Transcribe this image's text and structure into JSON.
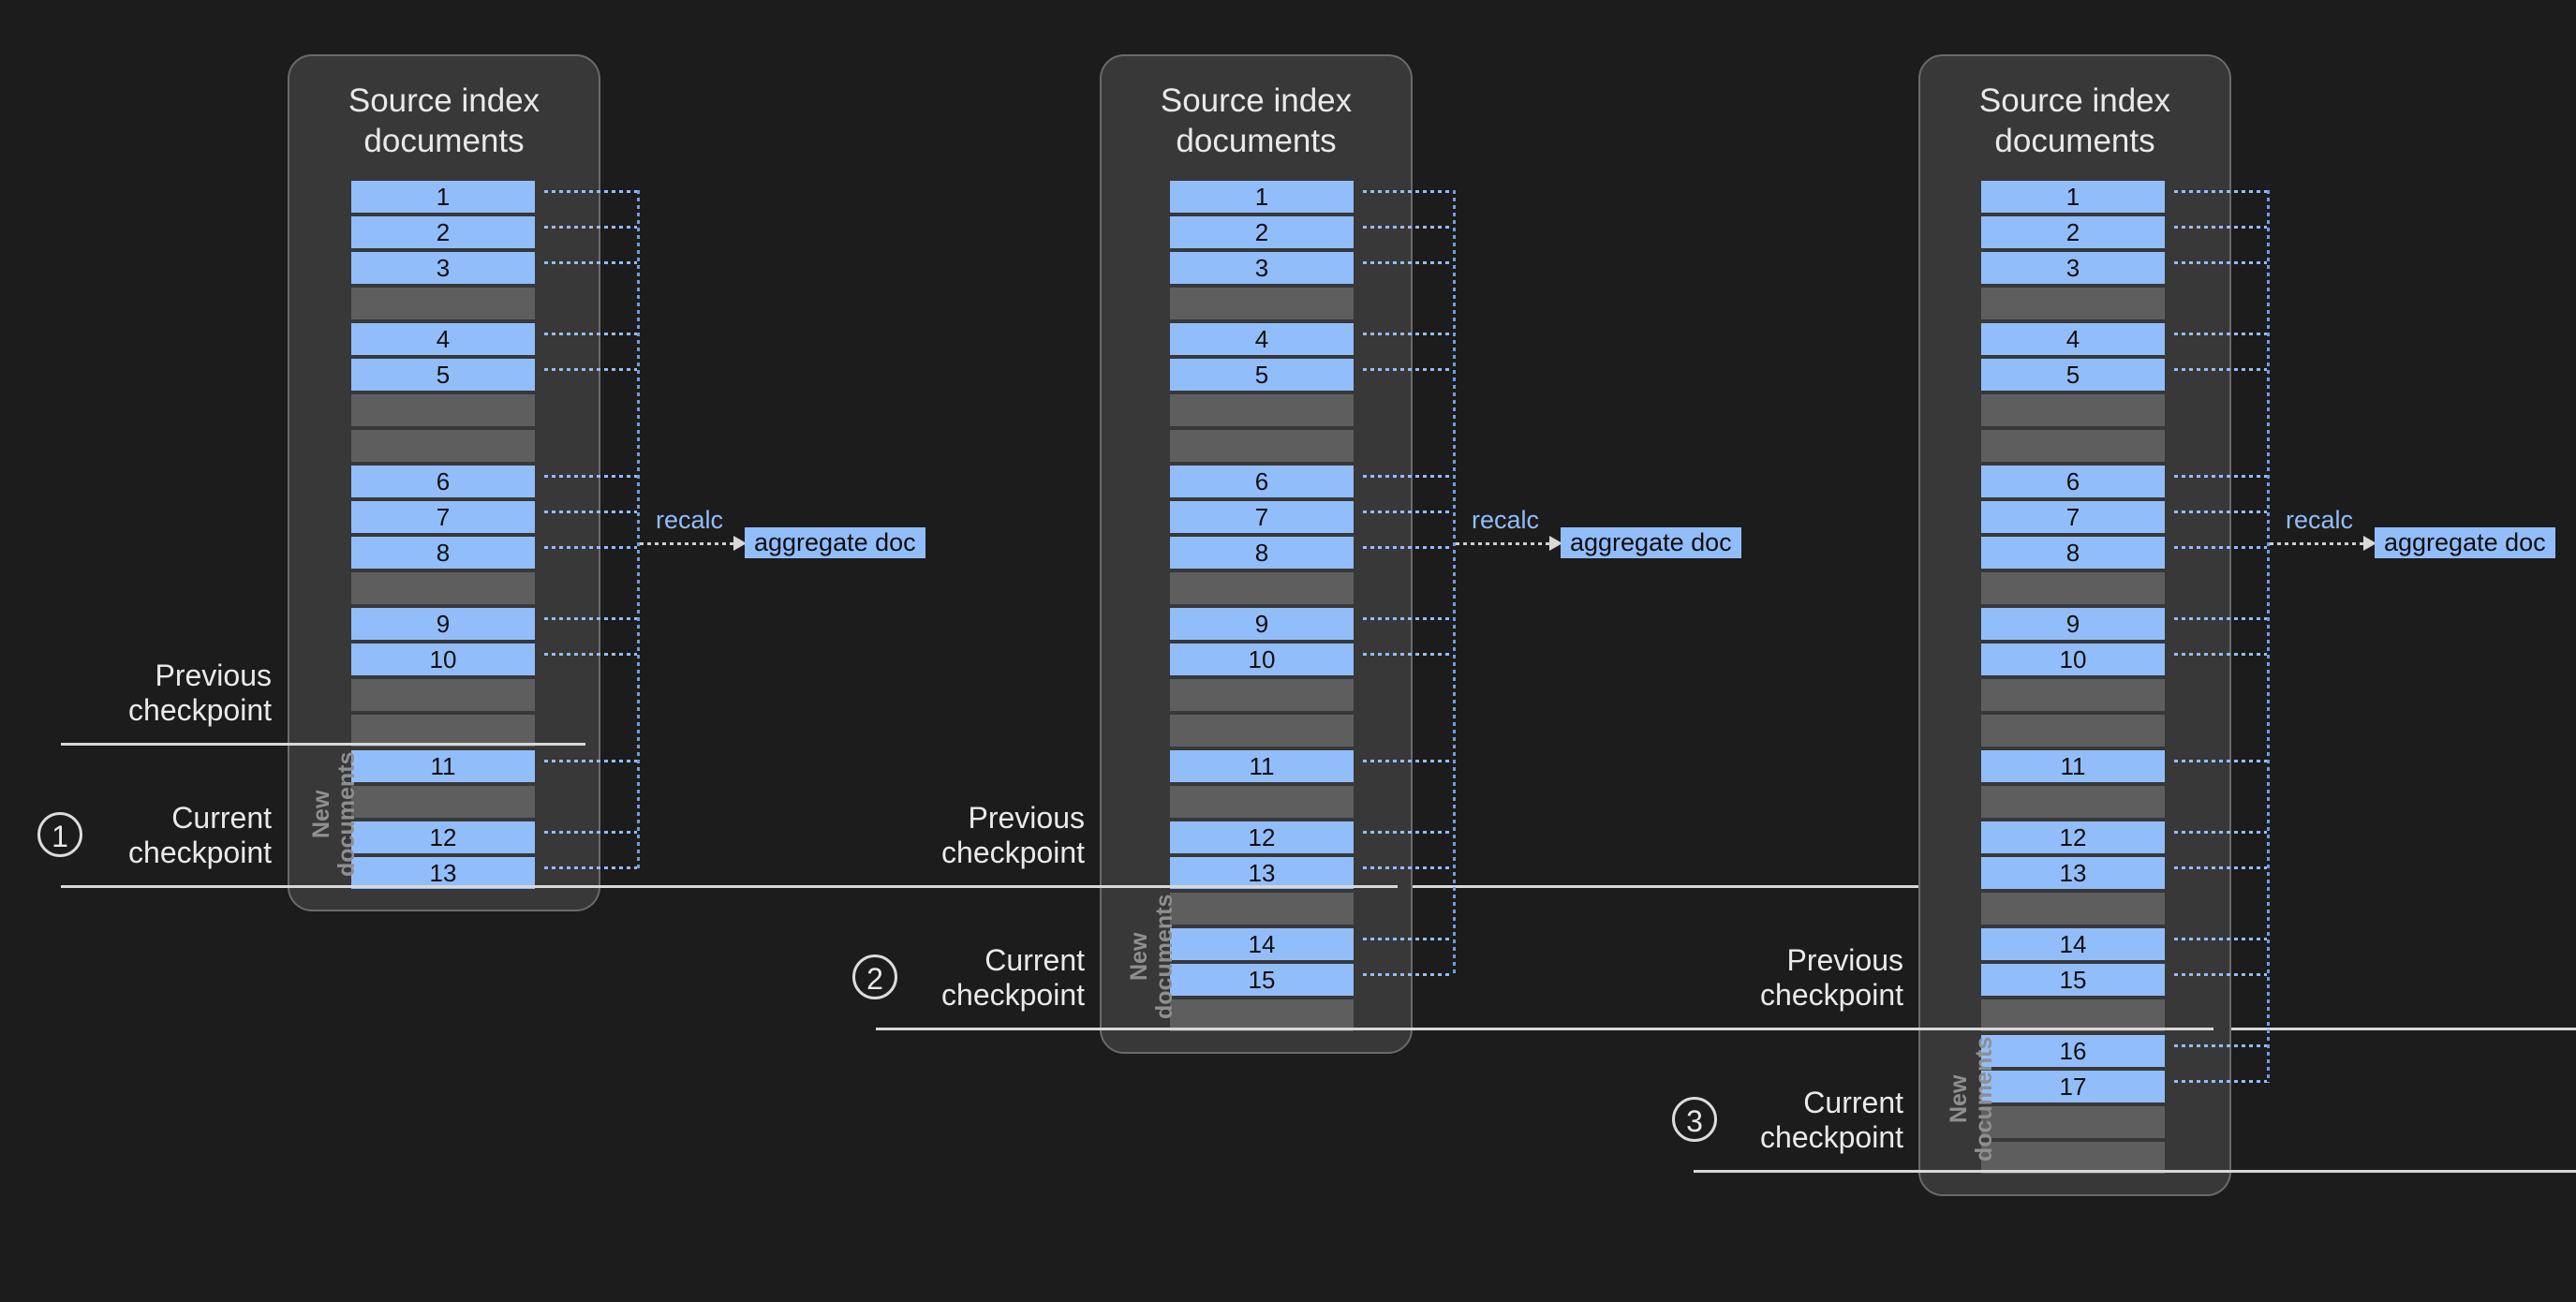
{
  "diagram": {
    "title_text": "Source index\ndocuments",
    "new_documents_label": "New\ndocuments",
    "recalc_label": "recalc",
    "aggregate_doc_label": "aggregate doc",
    "previous_checkpoint_label": "Previous\ncheckpoint",
    "current_checkpoint_label": "Current\ncheckpoint",
    "colors": {
      "background": "#1c1c1c",
      "panel_fill": "#383838",
      "panel_border": "#6a6a6a",
      "doc_blue": "#92bdfb",
      "empty_slot": "#5e5e5e",
      "checkpoint_rule": "#d8d8d8",
      "label_text": "#eaeaea",
      "new_docs_text": "#8f8f8f"
    }
  },
  "panels": [
    {
      "step": "1",
      "title": "Source index\ndocuments",
      "new_documents_label": "New\ndocuments",
      "previous_checkpoint": "Previous\ncheckpoint",
      "current_checkpoint": "Current\ncheckpoint",
      "recalc": "recalc",
      "aggregate_doc": "aggregate doc",
      "slots": [
        {
          "label": "1",
          "type": "doc"
        },
        {
          "label": "2",
          "type": "doc"
        },
        {
          "label": "3",
          "type": "doc"
        },
        {
          "label": "",
          "type": "empty"
        },
        {
          "label": "4",
          "type": "doc"
        },
        {
          "label": "5",
          "type": "doc"
        },
        {
          "label": "",
          "type": "empty"
        },
        {
          "label": "",
          "type": "empty"
        },
        {
          "label": "6",
          "type": "doc"
        },
        {
          "label": "7",
          "type": "doc"
        },
        {
          "label": "8",
          "type": "doc"
        },
        {
          "label": "",
          "type": "empty"
        },
        {
          "label": "9",
          "type": "doc"
        },
        {
          "label": "10",
          "type": "doc"
        },
        {
          "label": "",
          "type": "empty"
        },
        {
          "label": "",
          "type": "empty"
        },
        {
          "label": "11",
          "type": "doc"
        },
        {
          "label": "",
          "type": "empty"
        },
        {
          "label": "12",
          "type": "doc"
        },
        {
          "label": "13",
          "type": "doc"
        }
      ],
      "previous_checkpoint_after_slot": 15,
      "current_checkpoint_after_slot": 19,
      "new_documents_from_slot": 16,
      "new_documents_to_slot": 19
    },
    {
      "step": "2",
      "title": "Source index\ndocuments",
      "new_documents_label": "New\ndocuments",
      "previous_checkpoint": "Previous\ncheckpoint",
      "current_checkpoint": "Current\ncheckpoint",
      "recalc": "recalc",
      "aggregate_doc": "aggregate doc",
      "slots": [
        {
          "label": "1",
          "type": "doc"
        },
        {
          "label": "2",
          "type": "doc"
        },
        {
          "label": "3",
          "type": "doc"
        },
        {
          "label": "",
          "type": "empty"
        },
        {
          "label": "4",
          "type": "doc"
        },
        {
          "label": "5",
          "type": "doc"
        },
        {
          "label": "",
          "type": "empty"
        },
        {
          "label": "",
          "type": "empty"
        },
        {
          "label": "6",
          "type": "doc"
        },
        {
          "label": "7",
          "type": "doc"
        },
        {
          "label": "8",
          "type": "doc"
        },
        {
          "label": "",
          "type": "empty"
        },
        {
          "label": "9",
          "type": "doc"
        },
        {
          "label": "10",
          "type": "doc"
        },
        {
          "label": "",
          "type": "empty"
        },
        {
          "label": "",
          "type": "empty"
        },
        {
          "label": "11",
          "type": "doc"
        },
        {
          "label": "",
          "type": "empty"
        },
        {
          "label": "12",
          "type": "doc"
        },
        {
          "label": "13",
          "type": "doc"
        },
        {
          "label": "",
          "type": "empty"
        },
        {
          "label": "14",
          "type": "doc"
        },
        {
          "label": "15",
          "type": "doc"
        },
        {
          "label": "",
          "type": "empty"
        }
      ],
      "previous_checkpoint_after_slot": 19,
      "current_checkpoint_after_slot": 23,
      "new_documents_from_slot": 20,
      "new_documents_to_slot": 23
    },
    {
      "step": "3",
      "title": "Source index\ndocuments",
      "new_documents_label": "New\ndocuments",
      "previous_checkpoint": "Previous\ncheckpoint",
      "current_checkpoint": "Current\ncheckpoint",
      "recalc": "recalc",
      "aggregate_doc": "aggregate doc",
      "slots": [
        {
          "label": "1",
          "type": "doc"
        },
        {
          "label": "2",
          "type": "doc"
        },
        {
          "label": "3",
          "type": "doc"
        },
        {
          "label": "",
          "type": "empty"
        },
        {
          "label": "4",
          "type": "doc"
        },
        {
          "label": "5",
          "type": "doc"
        },
        {
          "label": "",
          "type": "empty"
        },
        {
          "label": "",
          "type": "empty"
        },
        {
          "label": "6",
          "type": "doc"
        },
        {
          "label": "7",
          "type": "doc"
        },
        {
          "label": "8",
          "type": "doc"
        },
        {
          "label": "",
          "type": "empty"
        },
        {
          "label": "9",
          "type": "doc"
        },
        {
          "label": "10",
          "type": "doc"
        },
        {
          "label": "",
          "type": "empty"
        },
        {
          "label": "",
          "type": "empty"
        },
        {
          "label": "11",
          "type": "doc"
        },
        {
          "label": "",
          "type": "empty"
        },
        {
          "label": "12",
          "type": "doc"
        },
        {
          "label": "13",
          "type": "doc"
        },
        {
          "label": "",
          "type": "empty"
        },
        {
          "label": "14",
          "type": "doc"
        },
        {
          "label": "15",
          "type": "doc"
        },
        {
          "label": "",
          "type": "empty"
        },
        {
          "label": "16",
          "type": "doc"
        },
        {
          "label": "17",
          "type": "doc"
        },
        {
          "label": "",
          "type": "empty"
        },
        {
          "label": "",
          "type": "empty"
        }
      ],
      "previous_checkpoint_after_slot": 23,
      "current_checkpoint_after_slot": 27,
      "new_documents_from_slot": 24,
      "new_documents_to_slot": 27
    }
  ]
}
